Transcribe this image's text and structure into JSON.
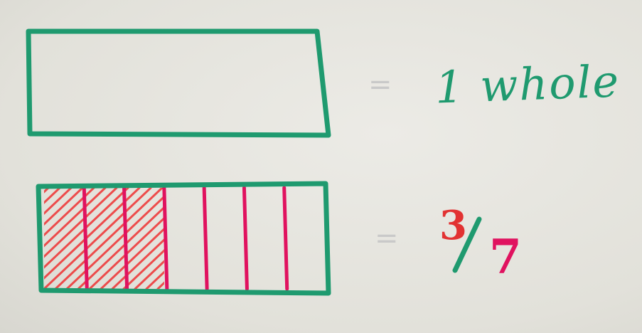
{
  "diagram": {
    "whole_label": "1 whole",
    "equals_sign": "=",
    "fraction": {
      "numerator": "3",
      "slash": "/",
      "denominator": "7"
    },
    "strips": {
      "whole": {
        "parts": 1,
        "shaded": 0
      },
      "divided": {
        "parts": 7,
        "shaded": 3,
        "shaded_fraction": 0.4286
      }
    }
  },
  "colors": {
    "outline": "#1f9a6f",
    "divider": "#e0125f",
    "hatch": "#ee3b3b",
    "numerator": "#e23232",
    "denominator": "#e0125f",
    "slash": "#1f9a6f",
    "whole_text": "#1f9a6f",
    "equals": "#c9c9c9"
  }
}
